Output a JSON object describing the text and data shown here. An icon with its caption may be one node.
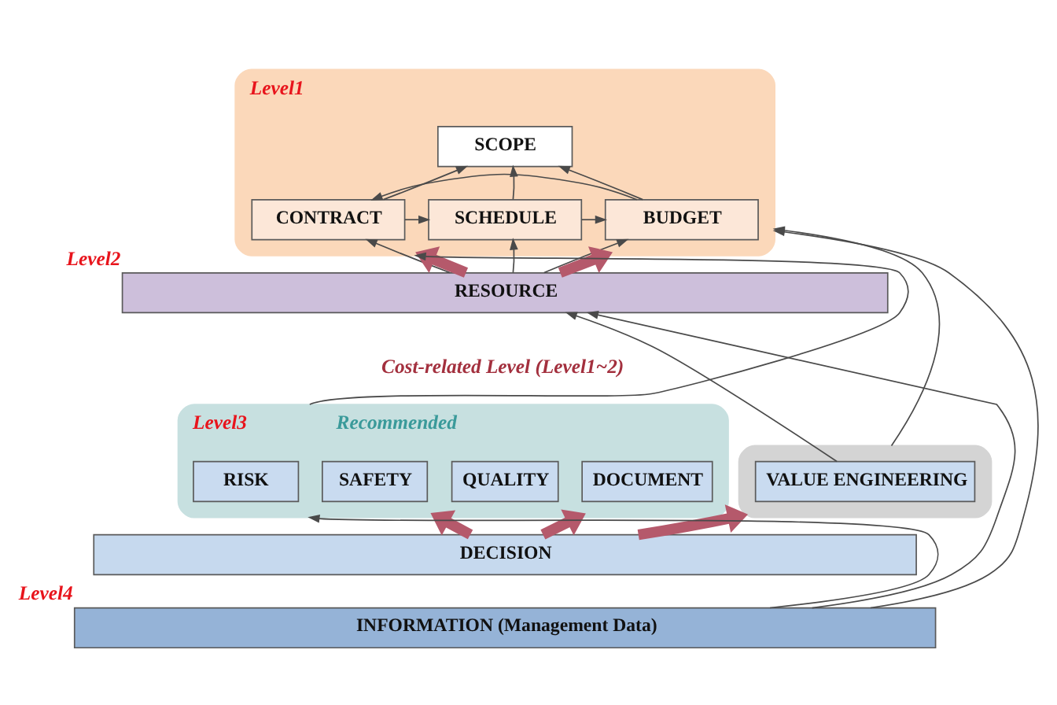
{
  "diagram": {
    "nodes": [
      {
        "text": [
          "Level1"
        ]
      },
      {
        "text": [
          "SCOPE"
        ],
        "in": 0
      },
      {
        "text": [
          "CONTRACT"
        ],
        "in": 0
      },
      {
        "text": [
          "SCHEDULE"
        ],
        "in": 0
      },
      {
        "text": [
          "BUDGET"
        ],
        "in": 0
      },
      {
        "text": [
          "RESOURCE"
        ],
        "beside": [
          "Level2"
        ]
      },
      {
        "text": [
          "Recommended"
        ],
        "beside": [
          "Level3"
        ]
      },
      {
        "text": [
          "RISK"
        ],
        "in": 6
      },
      {
        "text": [
          "SAFETY"
        ],
        "in": 6
      },
      {
        "text": [
          "QUALITY"
        ],
        "in": 6
      },
      {
        "text": [
          "DOCUMENT"
        ],
        "in": 6
      },
      {
        "text": [],
        "shape": "box"
      },
      {
        "text": [
          "VALUE ENGINEERING"
        ],
        "in": 11
      },
      {
        "text": [
          "DECISION"
        ]
      },
      {
        "text": [
          "INFORMATION (Management Data)"
        ],
        "beside": [
          "Level4"
        ]
      }
    ],
    "edges": [
      {
        "from": 2,
        "to": 1,
        "arrow": "to"
      },
      {
        "from": 3,
        "to": 1,
        "arrow": "to"
      },
      {
        "from": 4,
        "to": 1,
        "arrow": "to"
      },
      {
        "from": 2,
        "to": 3,
        "arrow": "to"
      },
      {
        "from": 3,
        "to": 4,
        "arrow": "to"
      },
      {
        "from": 4,
        "to": 2,
        "arrow": "to"
      },
      {
        "from": 5,
        "to": 3,
        "arrow": "to"
      },
      {
        "from": 5,
        "to": 2,
        "arrow": "to"
      },
      {
        "from": 5,
        "to": 4,
        "arrow": "to"
      },
      {
        "from": 5,
        "to": 0,
        "arrow": "to",
        "style": "thick",
        "color": "#b5596b"
      },
      {
        "from": 5,
        "to": 0,
        "arrow": "to",
        "style": "thick",
        "color": "#b5596b"
      },
      {
        "from": 6,
        "to": 0,
        "arrow": "to"
      },
      {
        "from": 11,
        "to": 0,
        "arrow": "to"
      },
      {
        "from": 12,
        "to": 5,
        "arrow": "to"
      },
      {
        "from": 14,
        "to": 5,
        "arrow": "to"
      },
      {
        "from": 14,
        "to": 6,
        "arrow": "to"
      },
      {
        "from": 14,
        "to": 0,
        "arrow": "to"
      },
      {
        "from": 13,
        "to": 6,
        "arrow": "to",
        "style": "thick",
        "color": "#b5596b"
      },
      {
        "from": 13,
        "to": 6,
        "arrow": "to",
        "style": "thick",
        "color": "#b5596b"
      },
      {
        "from": 13,
        "to": 11,
        "arrow": "to",
        "style": "thick",
        "color": "#b5596b"
      }
    ],
    "labels": [
      "Cost-related Level (Level1~2)"
    ]
  }
}
